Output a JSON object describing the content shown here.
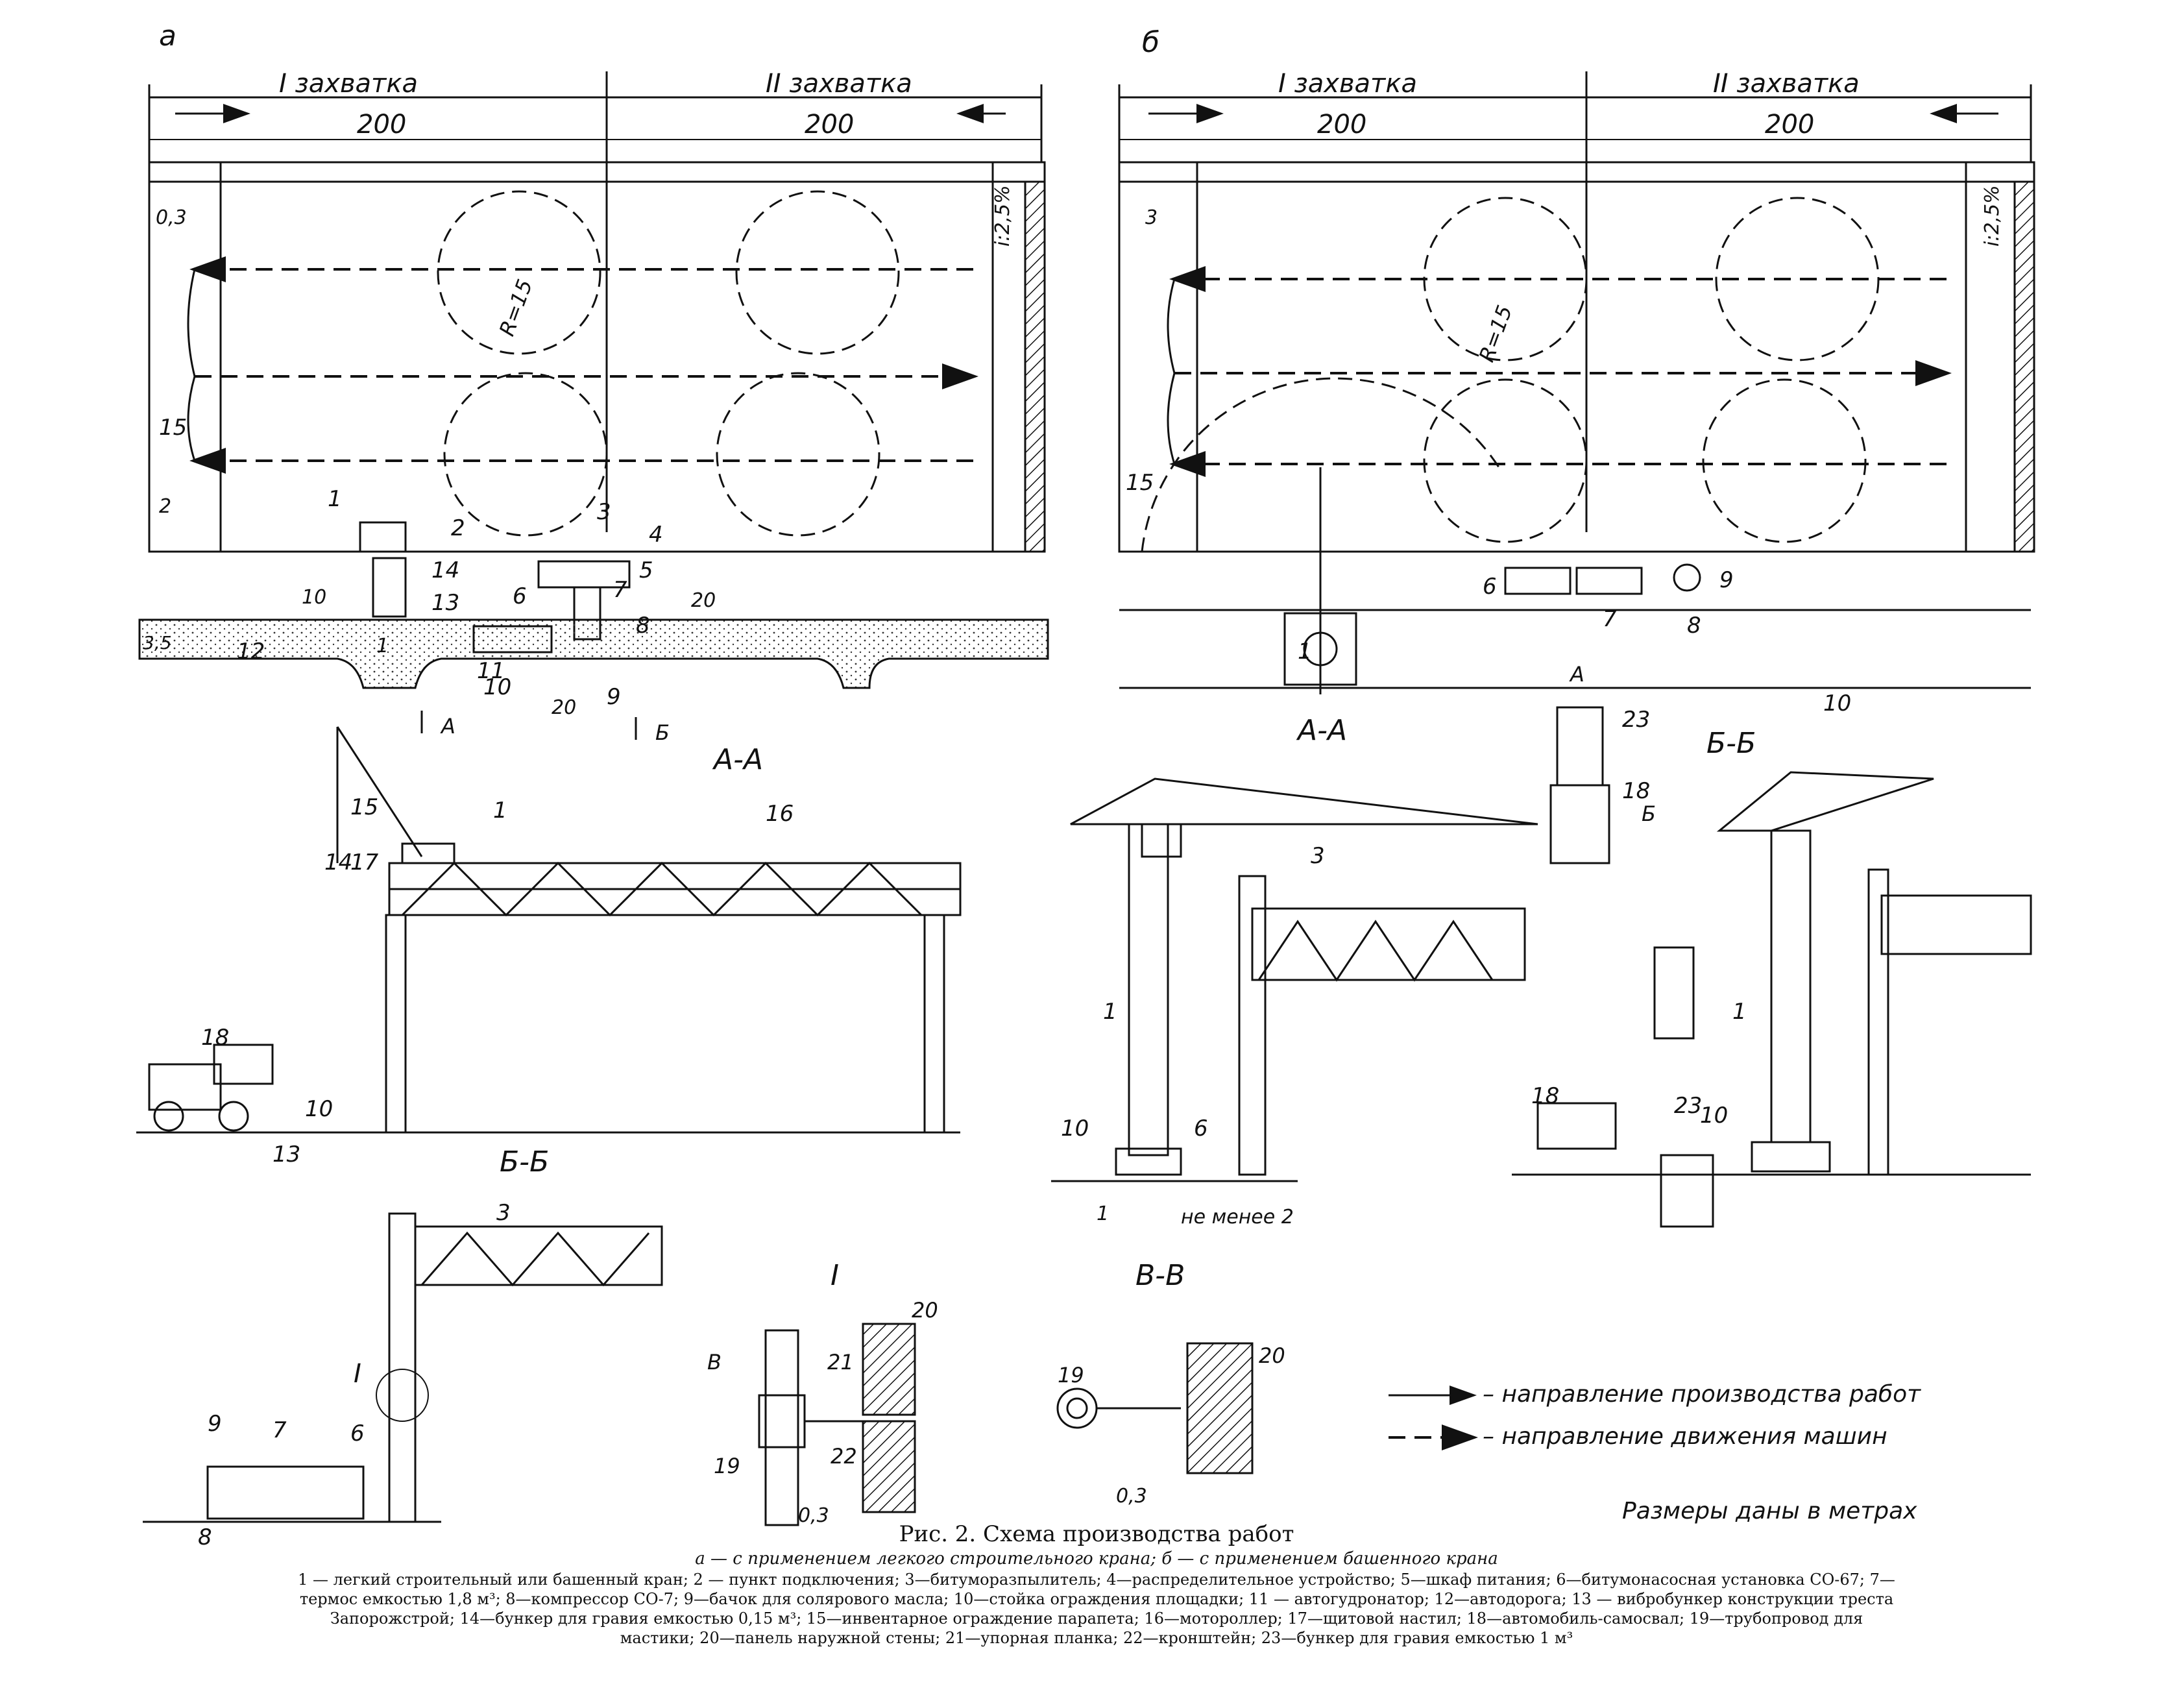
{
  "panel_a": {
    "letter": "а",
    "zone1": "I захватка",
    "zone2": "II захватка",
    "dim1": "200",
    "dim2": "200",
    "radius": "R=15",
    "slope": "i:2,5%",
    "d03": "0,3",
    "d2": "2",
    "d10": "10",
    "d20": "20",
    "d35": "3,5",
    "d1": "1",
    "d20b": "20",
    "n1": "1",
    "n2": "2",
    "n3": "3",
    "n4": "4",
    "n5": "5",
    "n6": "6",
    "n7": "7",
    "n8": "8",
    "n9": "9",
    "n10": "10",
    "n11": "11",
    "n12": "12",
    "n13": "13",
    "n14": "14",
    "n15": "15",
    "cutA": "А",
    "cutB": "Б"
  },
  "panel_b": {
    "letter": "б",
    "zone1": "I захватка",
    "zone2": "II захватка",
    "dim1": "200",
    "dim2": "200",
    "radius": "R=15",
    "slope": "i:2,5%",
    "d3": "3",
    "n1": "1",
    "n6": "6",
    "n7": "7",
    "n8": "8",
    "n9": "9",
    "n10": "10",
    "n15": "15",
    "n18": "18",
    "n23": "23",
    "cutA": "А",
    "cutB": "Б"
  },
  "sections": {
    "aa_left": "А-А",
    "bb_left": "Б-Б",
    "aa_right": "А-А",
    "bb_right": "Б-Б",
    "detail_I": "I",
    "vv": "В-В",
    "not_less": "не менее 2",
    "s1": "1",
    "s3": "3",
    "s6": "6",
    "s7": "7",
    "s8": "8",
    "s9": "9",
    "s10": "10",
    "s13": "13",
    "s14": "14",
    "s15": "15",
    "s16": "16",
    "s17": "17",
    "s18": "18",
    "s19": "19",
    "s20": "20",
    "s21": "21",
    "s22": "22",
    "s23": "23",
    "d03": "0,3",
    "secB": "В"
  },
  "legend": {
    "work_direction": "– направление производства работ",
    "vehicle_direction": "– направление движения машин",
    "units": "Размеры даны в метрах"
  },
  "caption": {
    "title": "Рис. 2. Схема производства работ",
    "sub": "а — с применением легкого строительного крана; б — с применением башенного крана",
    "line1": "1 — легкий строительный или башенный кран; 2 — пункт подключения; 3—битуморазпылитель; 4—распределительное устройство; 5—шкаф питания; 6—битумонасосная установка СО-67; 7—",
    "line2": "термос емкостью 1,8 м³; 8—компрессор СО-7; 9—бачок для солярового масла; 10—стойка ограждения площадки; 11 — автогудронатор; 12—автодорога; 13 — вибробункер конструкции треста",
    "line3": "Запорожстрой; 14—бункер для гравия емкостью 0,15 м³; 15—инвентарное ограждение парапета; 16—мотороллер; 17—щитовой настил; 18—автомобиль-самосвал; 19—трубопровод для",
    "line4": "мастики; 20—панель наружной стены; 21—упорная планка; 22—кронштейн; 23—бункер для гравия емкостью 1 м³"
  }
}
